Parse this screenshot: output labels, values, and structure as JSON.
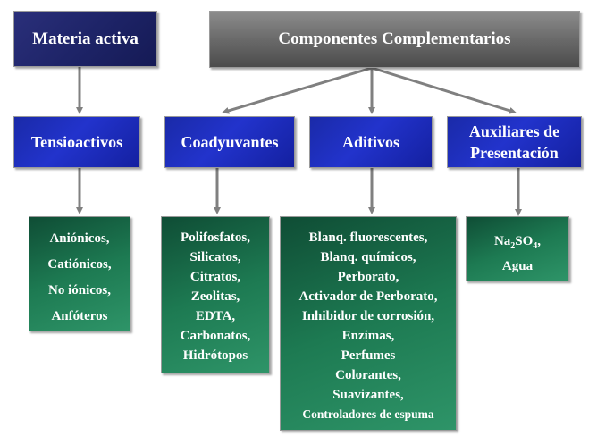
{
  "top": {
    "materia_activa": "Materia activa",
    "componentes": "Componentes Complementarios"
  },
  "mid": {
    "tensioactivos": "Tensioactivos",
    "coadyuvantes": "Coadyuvantes",
    "aditivos": "Aditivos",
    "auxiliares_line1": "Auxiliares de",
    "auxiliares_line2": "Presentación"
  },
  "tensioactivos_list": [
    "Aniónicos,",
    "Catiónicos,",
    "No iónicos,",
    "Anfóteros"
  ],
  "coadyuvantes_list": [
    "Polifosfatos,",
    "Silicatos,",
    "Citratos,",
    "Zeolitas,",
    "EDTA,",
    "Carbonatos,",
    "Hidrótopos"
  ],
  "aditivos_list": [
    "Blanq. fluorescentes,",
    "Blanq. químicos,",
    "Perborato,",
    "Activador de Perborato,",
    "Inhibidor de corrosión,",
    "Enzimas,",
    "Perfumes",
    "Colorantes,",
    "Suavizantes,",
    "Controladores de espuma"
  ],
  "auxiliares_list": {
    "na": "Na",
    "sub2": "2",
    "so": "SO",
    "sub4": "4",
    "comma": ",",
    "agua": "Agua"
  },
  "colors": {
    "arrow": "#808080",
    "blue": "#2233cc",
    "green": "#1d7a52",
    "gray": "#6a6a6a"
  }
}
